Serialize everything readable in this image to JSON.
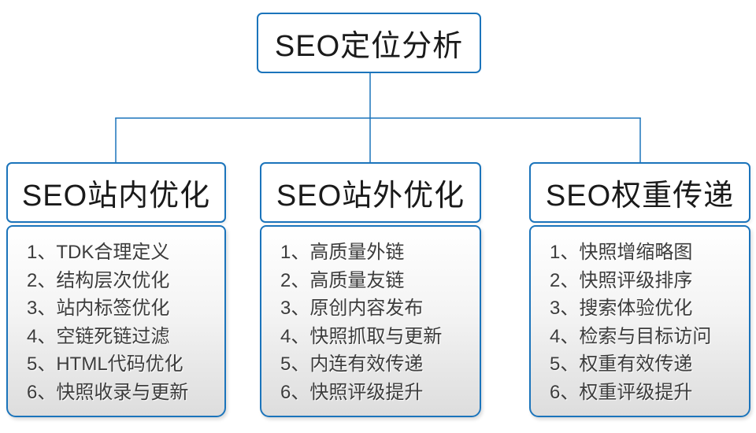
{
  "colors": {
    "accent": "#1b74bb",
    "box_background": "#ffffff",
    "list_gradient_top": "#ffffff",
    "list_gradient_bottom": "#dddddd",
    "title_text": "#1a1a1a",
    "item_text": "#3c3c3c"
  },
  "root": {
    "label": "SEO定位分析"
  },
  "branches": [
    {
      "label": "SEO站内优化",
      "items": [
        "1、TDK合理定义",
        "2、结构层次优化",
        "3、站内标签优化",
        "4、空链死链过滤",
        "5、HTML代码优化",
        "6、快照收录与更新"
      ]
    },
    {
      "label": "SEO站外优化",
      "items": [
        "1、高质量外链",
        "2、高质量友链",
        "3、原创内容发布",
        "4、快照抓取与更新",
        "5、内连有效传递",
        "6、快照评级提升"
      ]
    },
    {
      "label": "SEO权重传递",
      "items": [
        "1、快照增缩略图",
        "2、快照评级排序",
        "3、搜索体验优化",
        "4、检索与目标访问",
        "5、权重有效传递",
        "6、权重评级提升"
      ]
    }
  ]
}
